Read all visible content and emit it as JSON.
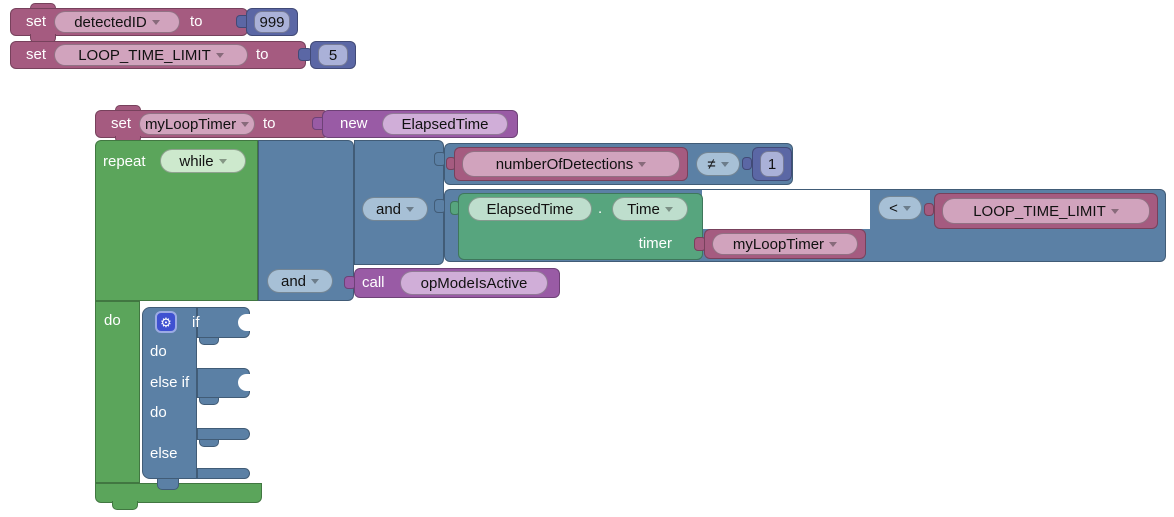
{
  "colors": {
    "variable": "#a55b80",
    "variable_field": "#d1a3bd",
    "math": "#5b67a5",
    "math_field": "#aab1d8",
    "logic": "#5b80a5",
    "logic_field": "#a7c0d6",
    "loop": "#5ba55b",
    "loop_field": "#cde9cd",
    "proc": "#995ba5",
    "proc_field": "#d0aed8",
    "ftc": "#57a57e",
    "ftc_field": "#bedecd",
    "gear_bg": "#3f51d1",
    "workspace_bg": "#ffffff"
  },
  "workspace": {
    "set_detected_id": {
      "set": "set",
      "variable": "detectedID",
      "to": "to",
      "value": "999"
    },
    "set_loop_time_limit": {
      "set": "set",
      "variable": "LOOP_TIME_LIMIT",
      "to": "to",
      "value": "5"
    },
    "set_my_loop_timer": {
      "set": "set",
      "variable": "myLoopTimer",
      "to": "to",
      "new": "new",
      "type": "ElapsedTime"
    },
    "repeat": {
      "repeat": "repeat",
      "mode": "while",
      "do": "do"
    },
    "logic": {
      "and_outer": "and",
      "and_inner": "and"
    },
    "cond1": {
      "variable": "numberOfDetections",
      "op": "≠",
      "value": "1"
    },
    "elapsed": {
      "type": "ElapsedTime",
      "dot": ".",
      "property": "Time",
      "timer_label": "timer",
      "timer_variable": "myLoopTimer"
    },
    "cond2": {
      "op": "<",
      "variable": "LOOP_TIME_LIMIT"
    },
    "call": {
      "call": "call",
      "procedure": "opModeIsActive"
    },
    "if_block": {
      "if": "if",
      "do1": "do",
      "else_if": "else if",
      "do2": "do",
      "else": "else",
      "gear": "⚙"
    }
  }
}
